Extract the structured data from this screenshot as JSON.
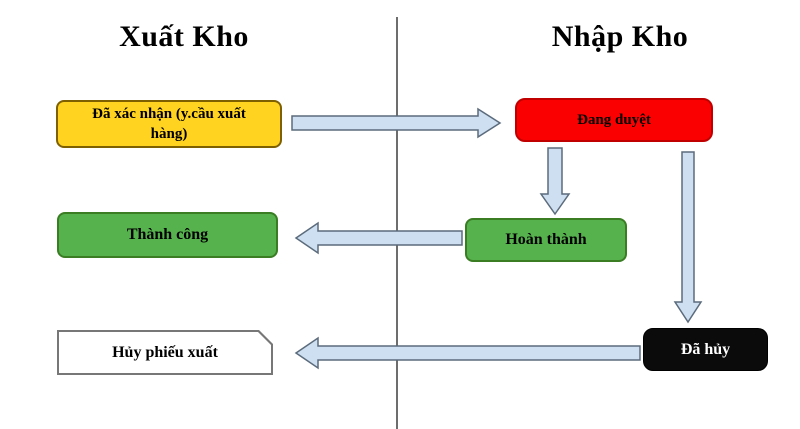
{
  "diagram": {
    "titles": {
      "left": "Xuất Kho",
      "right": "Nhập Kho"
    },
    "nodes": {
      "confirmed": {
        "label": "Đã xác nhận (y.cầu xuất hàng)",
        "fill": "#FFD320",
        "border": "#7F6000"
      },
      "approving": {
        "label": "Đang duyệt",
        "fill": "#FB0000",
        "border": "#C00000"
      },
      "success": {
        "label": "Thành công",
        "fill": "#55B24D",
        "border": "#3A7D23"
      },
      "completed": {
        "label": "Hoàn thành",
        "fill": "#55B24D",
        "border": "#3A7D23"
      },
      "cancel_export": {
        "label": "Hủy phiếu xuất",
        "fill": "#FFFFFF",
        "border": "#777777"
      },
      "cancelled": {
        "label": "Đã hủy",
        "fill": "#0B0B0B",
        "text_color": "#FFFFFF"
      }
    },
    "colors": {
      "arrow_fill": "#CEDFF2",
      "arrow_stroke": "#5B6B7C",
      "divider": "#3D3D3D",
      "title_text": "#000000"
    }
  }
}
